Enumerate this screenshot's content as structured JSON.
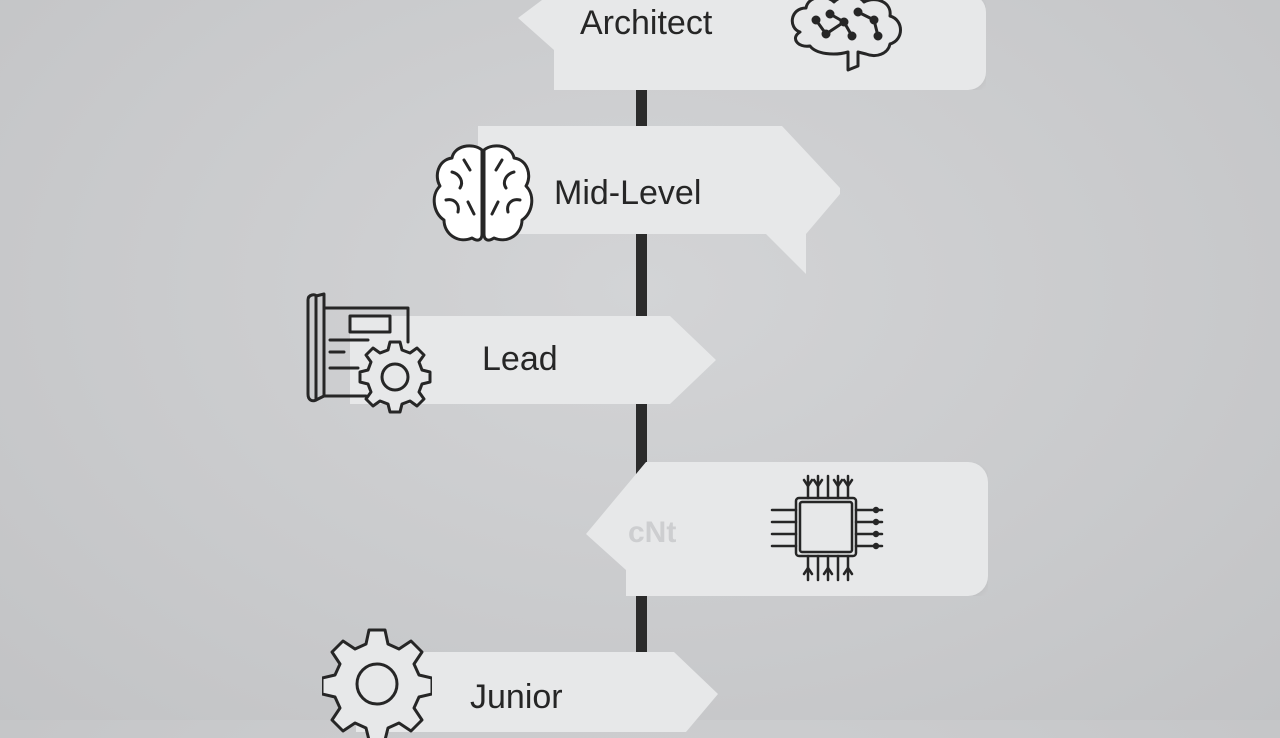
{
  "stages": [
    {
      "title": "Architect",
      "icon": "brain-circuit-icon"
    },
    {
      "title": "Mid-Level",
      "icon": "brain-icon"
    },
    {
      "title": "Lead",
      "icon": "blueprint-gear-icon"
    },
    {
      "title": "cNt",
      "icon": "microchip-icon"
    },
    {
      "title": "Junior",
      "icon": "gear-icon"
    }
  ],
  "colors": {
    "background": "#cbcccd",
    "card": "#e7e8e9",
    "spine": "#2b2b2b",
    "text": "#262626"
  }
}
